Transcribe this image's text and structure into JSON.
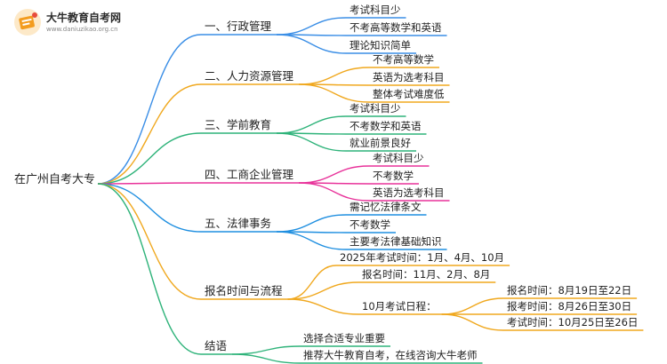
{
  "logo": {
    "name": "大牛教育自考网",
    "url": "www.daniuzikao.org.cn"
  },
  "root": {
    "label": "在广州自考大专"
  },
  "colors": {
    "branch1": "#3a8ee6",
    "branch2": "#f0a81e",
    "branch3": "#2fb37a",
    "branch4": "#e8329a",
    "branch5": "#1f8fe0",
    "branch6": "#f0a81e",
    "branch7": "#2fb37a"
  },
  "branches": [
    {
      "label": "一、行政管理",
      "children": [
        "考试科目少",
        "不考高等数学和英语",
        "理论知识简单"
      ]
    },
    {
      "label": "二、人力资源管理",
      "children": [
        "不考高等数学",
        "英语为选考科目",
        "整体考试难度低"
      ]
    },
    {
      "label": "三、学前教育",
      "children": [
        "考试科目少",
        "不考数学和英语",
        "就业前景良好"
      ]
    },
    {
      "label": "四、工商企业管理",
      "children": [
        "考试科目少",
        "不考数学",
        "英语为选考科目"
      ]
    },
    {
      "label": "五、法律事务",
      "children": [
        "需记忆法律条文",
        "不考数学",
        "主要考法律基础知识"
      ]
    },
    {
      "label": "报名时间与流程",
      "children": [
        "2025年考试时间：1月、4月、10月",
        "报名时间：11月、2月、8月",
        "10月考试日程："
      ],
      "schedule": [
        "报名时间：8月19日至22日",
        "报考时间：8月26日至30日",
        "考试时间：10月25日至26日"
      ]
    },
    {
      "label": "结语",
      "children": [
        "选择合适专业重要",
        "推荐大牛教育自考，在线咨询大牛老师"
      ]
    }
  ]
}
